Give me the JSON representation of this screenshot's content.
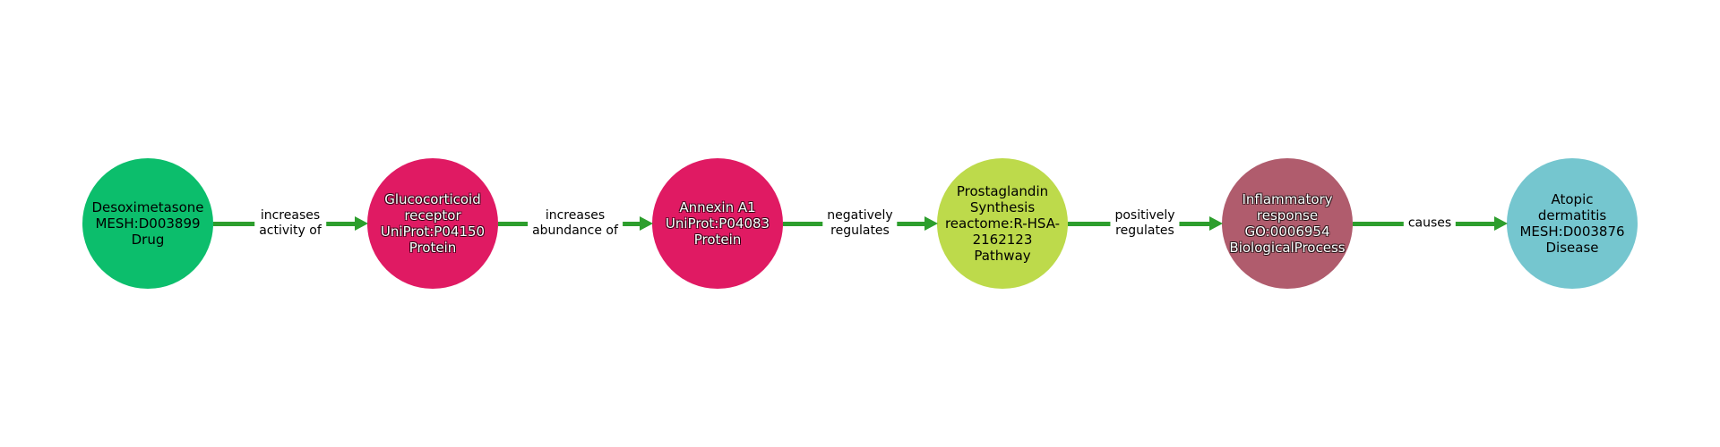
{
  "graph": {
    "arrow_color": "#2d9e2d",
    "background_color": "#ffffff",
    "nodes": [
      {
        "label": "Desoximetasone\nMESH:D003899\nDrug",
        "color": "#0cbe6c",
        "text_color": "#000000"
      },
      {
        "label": "Glucocorticoid\nreceptor\nUniProt:P04150\nProtein",
        "color": "#e01a63",
        "text_color": "#ffffff"
      },
      {
        "label": "Annexin A1\nUniProt:P04083\nProtein",
        "color": "#e01a63",
        "text_color": "#ffffff"
      },
      {
        "label": "Prostaglandin\nSynthesis\nreactome:R-HSA-\n2162123\nPathway",
        "color": "#bdda4b",
        "text_color": "#000000"
      },
      {
        "label": "Inflammatory\nresponse\nGO:0006954\nBiologicalProcess",
        "color": "#b05c6d",
        "text_color": "#ffffff"
      },
      {
        "label": "Atopic\ndermatitis\nMESH:D003876\nDisease",
        "color": "#75c6cf",
        "text_color": "#000000"
      }
    ],
    "edges": [
      {
        "label": "increases\nactivity of",
        "source": "Desoximetasone",
        "target": "Glucocorticoid receptor"
      },
      {
        "label": "increases\nabundance of",
        "source": "Glucocorticoid receptor",
        "target": "Annexin A1"
      },
      {
        "label": "negatively\nregulates",
        "source": "Annexin A1",
        "target": "Prostaglandin Synthesis"
      },
      {
        "label": "positively\nregulates",
        "source": "Prostaglandin Synthesis",
        "target": "Inflammatory response"
      },
      {
        "label": "causes",
        "source": "Inflammatory response",
        "target": "Atopic dermatitis"
      }
    ]
  }
}
